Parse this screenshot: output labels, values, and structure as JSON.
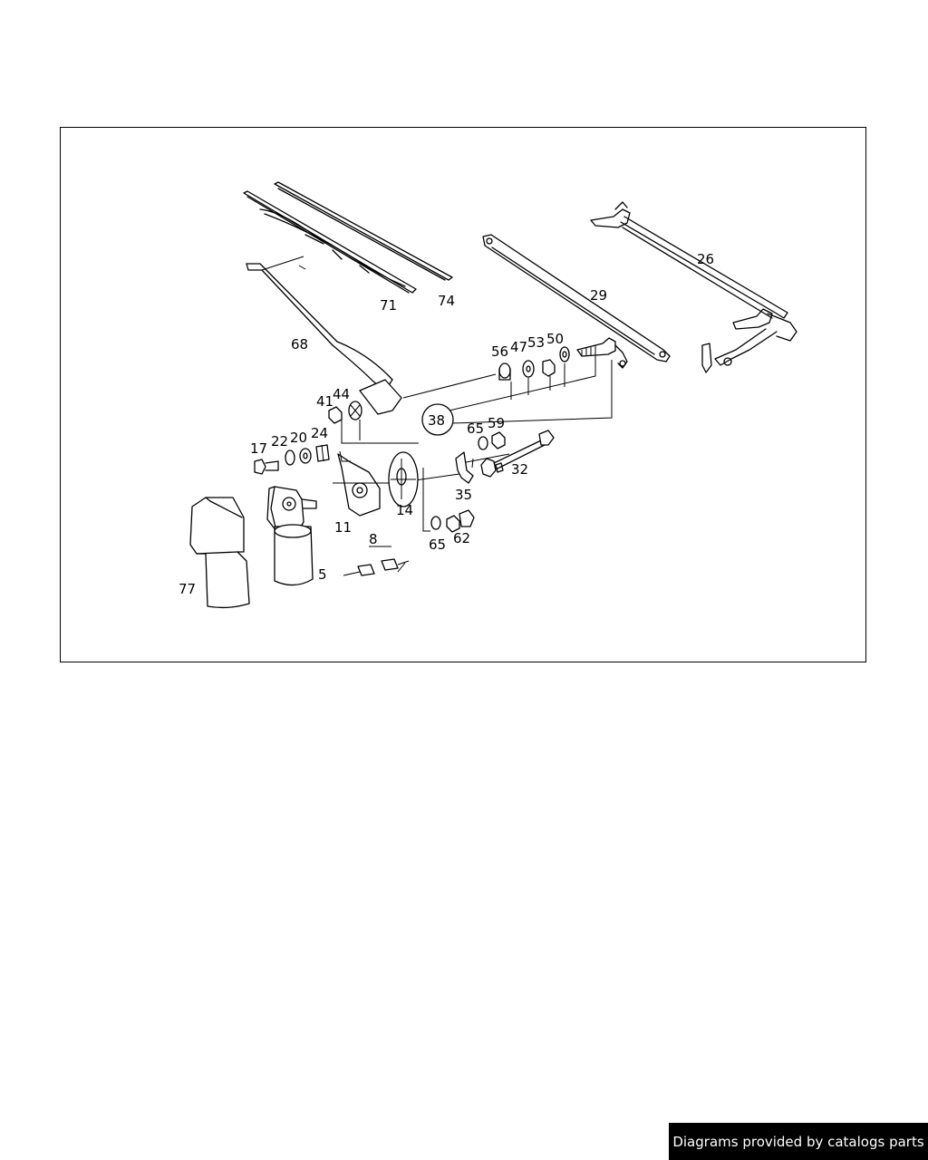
{
  "diagram": {
    "callouts": [
      {
        "id": "71",
        "label": "71"
      },
      {
        "id": "74",
        "label": "74"
      },
      {
        "id": "29",
        "label": "29"
      },
      {
        "id": "26",
        "label": "26"
      },
      {
        "id": "68",
        "label": "68"
      },
      {
        "id": "56",
        "label": "56"
      },
      {
        "id": "47",
        "label": "47"
      },
      {
        "id": "53",
        "label": "53"
      },
      {
        "id": "50",
        "label": "50"
      },
      {
        "id": "41",
        "label": "41"
      },
      {
        "id": "44",
        "label": "44"
      },
      {
        "id": "38",
        "label": "38"
      },
      {
        "id": "65a",
        "label": "65"
      },
      {
        "id": "59",
        "label": "59"
      },
      {
        "id": "17",
        "label": "17"
      },
      {
        "id": "22",
        "label": "22"
      },
      {
        "id": "20",
        "label": "20"
      },
      {
        "id": "24",
        "label": "24"
      },
      {
        "id": "32",
        "label": "32"
      },
      {
        "id": "35",
        "label": "35"
      },
      {
        "id": "11",
        "label": "11"
      },
      {
        "id": "14",
        "label": "14"
      },
      {
        "id": "65b",
        "label": "65"
      },
      {
        "id": "62",
        "label": "62"
      },
      {
        "id": "8",
        "label": "8"
      },
      {
        "id": "5",
        "label": "5"
      },
      {
        "id": "77",
        "label": "77"
      }
    ]
  },
  "footer": {
    "credit": "Diagrams provided by catalogs parts"
  }
}
